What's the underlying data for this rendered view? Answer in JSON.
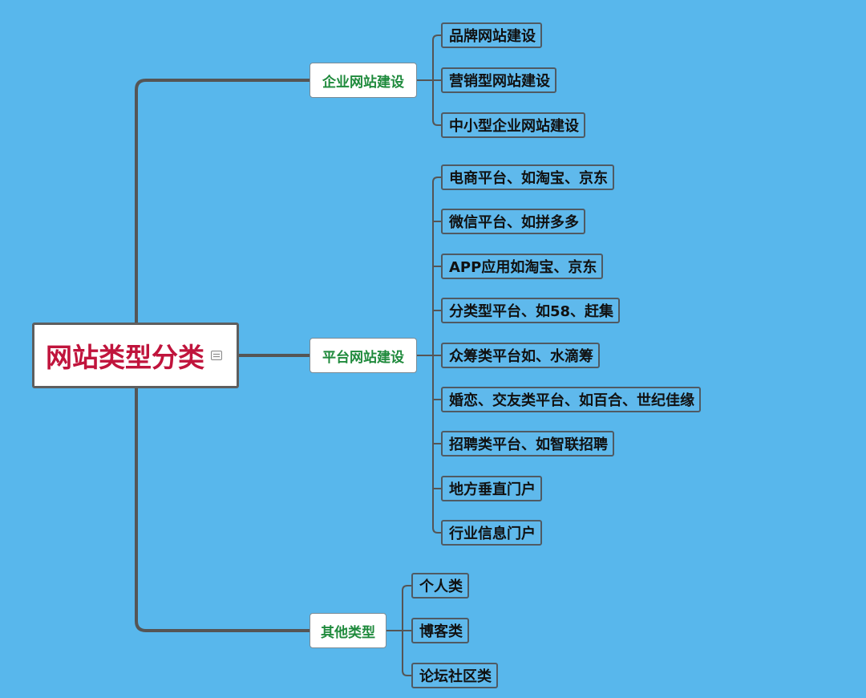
{
  "root": {
    "label": "网站类型分类",
    "note_icon": "note-icon"
  },
  "branches": [
    {
      "label": "企业网站建设",
      "children": [
        "品牌网站建设",
        "营销型网站建设",
        "中小型企业网站建设"
      ]
    },
    {
      "label": "平台网站建设",
      "children": [
        "电商平台、如淘宝、京东",
        "微信平台、如拼多多",
        "APP应用如淘宝、京东",
        "分类型平台、如58、赶集",
        "众筹类平台如、水滴筹",
        "婚恋、交友类平台、如百合、世纪佳缘",
        "招聘类平台、如智联招聘",
        "地方垂直门户",
        "行业信息门户"
      ]
    },
    {
      "label": "其他类型",
      "children": [
        "个人类",
        "博客类",
        "论坛社区类"
      ]
    }
  ],
  "colors": {
    "background": "#58b7ec",
    "root_text": "#c0143c",
    "branch_text": "#1f8a3c",
    "connector": "#555555"
  }
}
